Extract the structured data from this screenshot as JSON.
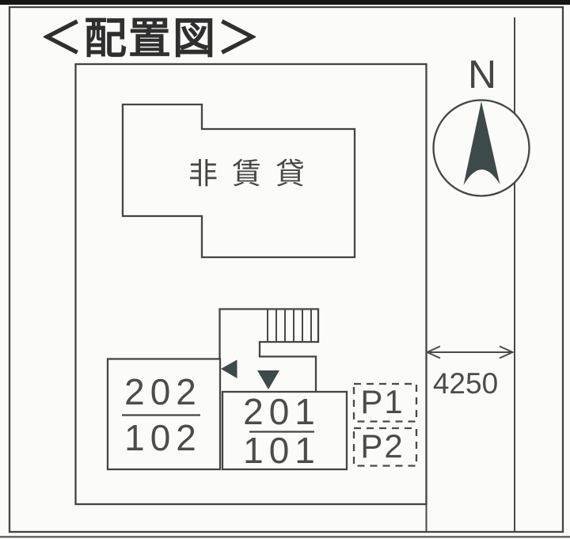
{
  "title": "＜配置図＞",
  "plan": {
    "building_label": "非賃貸",
    "left_unit_block": {
      "upper": "202",
      "lower": "102"
    },
    "right_unit_block": {
      "upper": "201",
      "lower": "101"
    },
    "parking_spaces": [
      {
        "label": "P1"
      },
      {
        "label": "P2"
      }
    ],
    "north_indicator": {
      "label": "N"
    },
    "road_dimension": {
      "value": "4250"
    }
  },
  "colors": {
    "paper": "#fbfbf9",
    "line": "#454545",
    "title_text": "#2f2f2f",
    "unit_text": "#4c4c4c",
    "arrow_fill": "#3e4949",
    "scan_edge": "#161616"
  }
}
